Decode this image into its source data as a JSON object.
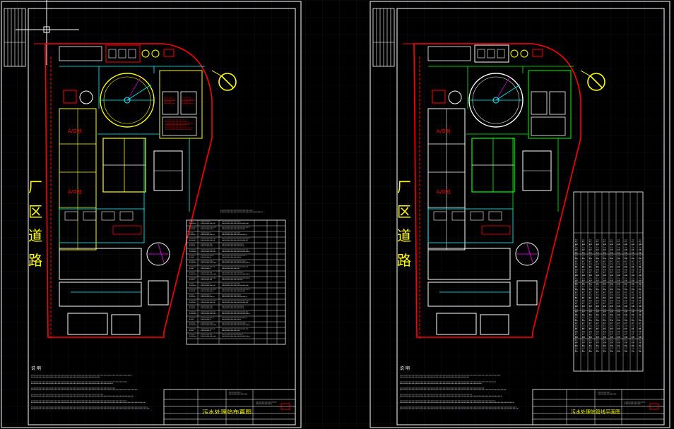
{
  "sheets": [
    {
      "road_chars": [
        "厂",
        "区",
        "道",
        "路"
      ],
      "note_title": "说 明",
      "title_block": {
        "drawing_name": "污水处理站布置图",
        "company": "",
        "project": ""
      }
    },
    {
      "road_chars": [
        "厂",
        "区",
        "道",
        "路"
      ],
      "note_title": "说 明",
      "title_block": {
        "drawing_name": "污水处理站管线平面图",
        "company": "",
        "project": ""
      }
    }
  ],
  "tank_labels": {
    "a_tank_1": "A/O池",
    "a_tank_2": "A/O池"
  },
  "colors": {
    "background": "#000000",
    "frame": "#ffffff",
    "boundary": "#ff0000",
    "structure": "#ffff00",
    "pipe": "#00ffff",
    "green_pipe": "#00ff00",
    "magenta": "#ff00ff"
  }
}
